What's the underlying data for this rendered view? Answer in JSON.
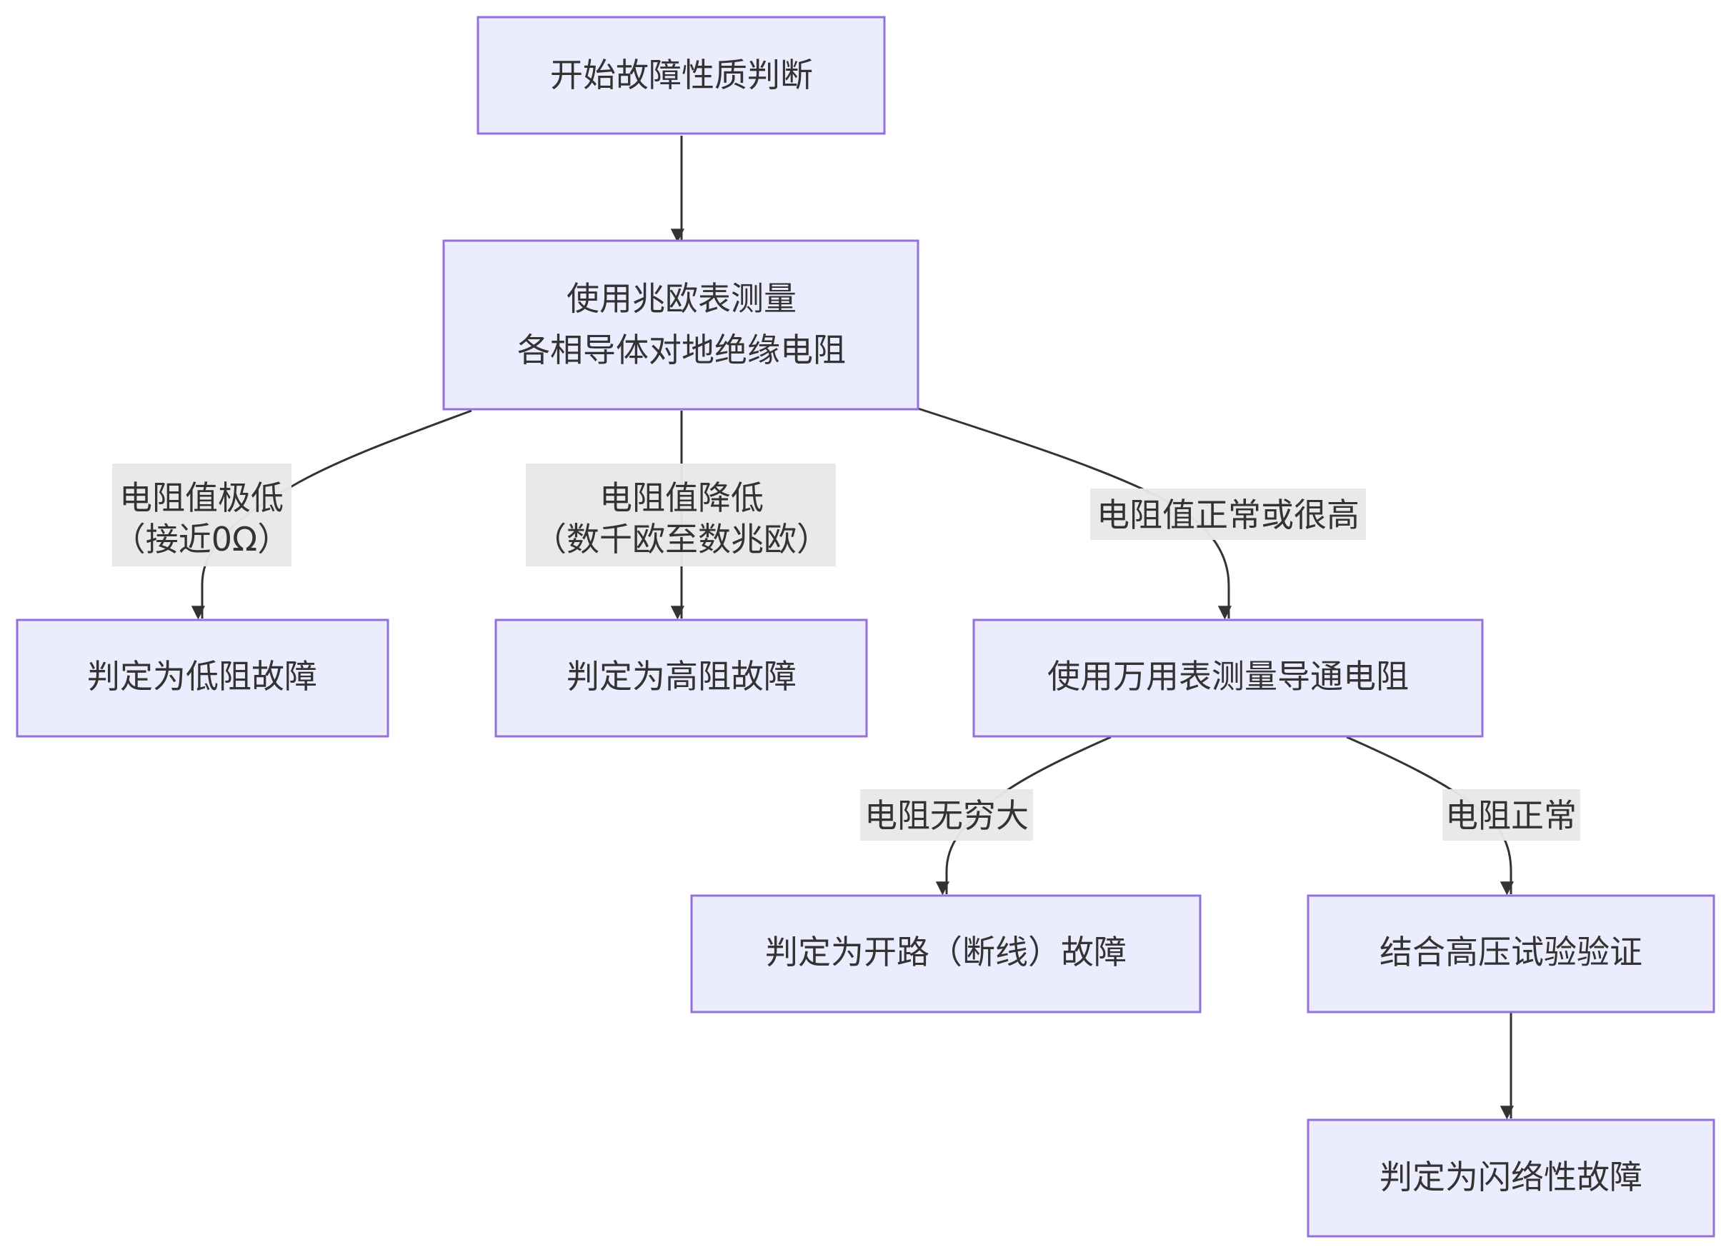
{
  "colors": {
    "node_fill": "#ECECFF",
    "node_stroke": "#9370DB",
    "edge": "#333333",
    "label_bg": "#E8E8E8",
    "text": "#333333"
  },
  "nodes": {
    "start": {
      "lines": [
        "开始故障性质判断"
      ]
    },
    "megger": {
      "lines": [
        "使用兆欧表测量",
        "各相导体对地绝缘电阻"
      ]
    },
    "low": {
      "lines": [
        "判定为低阻故障"
      ]
    },
    "high": {
      "lines": [
        "判定为高阻故障"
      ]
    },
    "multimeter": {
      "lines": [
        "使用万用表测量导通电阻"
      ]
    },
    "open": {
      "lines": [
        "判定为开路（断线）故障"
      ]
    },
    "hv": {
      "lines": [
        "结合高压试验验证"
      ]
    },
    "flash": {
      "lines": [
        "判定为闪络性故障"
      ]
    }
  },
  "edge_labels": {
    "very_low": {
      "lines": [
        "电阻值极低",
        "（接近0Ω）"
      ]
    },
    "reduced": {
      "lines": [
        "电阻值降低",
        "（数千欧至数兆欧）"
      ]
    },
    "normal_high": {
      "lines": [
        "电阻值正常或很高"
      ]
    },
    "infinite": {
      "lines": [
        "电阻无穷大"
      ]
    },
    "normal": {
      "lines": [
        "电阻正常"
      ]
    }
  }
}
